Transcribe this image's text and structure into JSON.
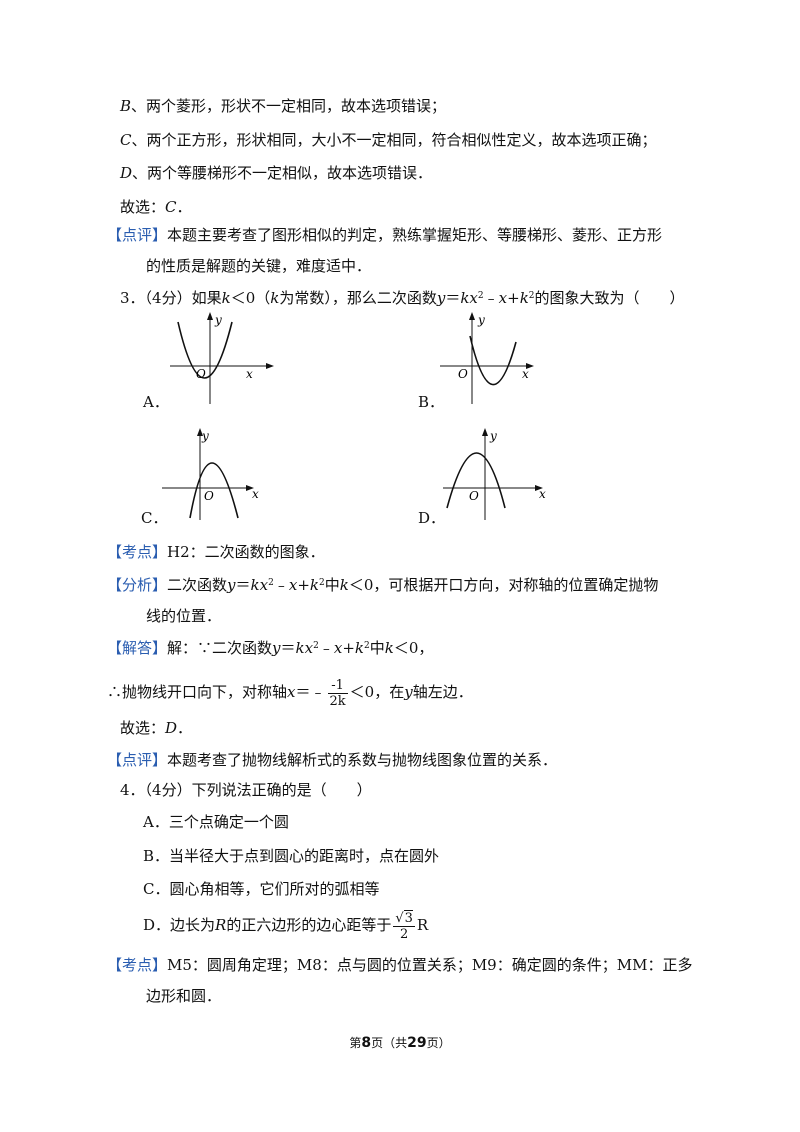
{
  "lines": {
    "l1": {
      "lead": "B",
      "text": "、两个菱形，形状不一定相同，故本选项错误；"
    },
    "l2": {
      "lead": "C",
      "text": "、两个正方形，形状相同，大小不一定相同，符合相似性定义，故本选项正确；"
    },
    "l3": {
      "lead": "D",
      "text": "、两个等腰梯形不一定相似，故本选项错误．"
    },
    "l4": {
      "text": "故选：",
      "ans": "C",
      "end": "．"
    },
    "review1": {
      "tag": "【点评】",
      "text": "本题主要考查了图形相似的判定，熟练掌握矩形、等腰梯形、菱形、正方形",
      "text2": "的性质是解题的关键，难度适中．"
    }
  },
  "q3": {
    "stem_a": "3．（4分）如果",
    "k": "k",
    "lt0": "＜0（",
    "k2": "k",
    "stem_b": "为常数），那么二次函数",
    "formula_y": "y",
    "eq": "＝",
    "formula_kx": "kx",
    "sq": "2",
    "minus_x": "﹣",
    "x": "x",
    "plus": "+",
    "k3": "k",
    "sq2": "2",
    "stem_c": "的图象大致为（　　）",
    "options": {
      "a": "A．",
      "b": "B．",
      "c": "C．",
      "d": "D．"
    },
    "axis": {
      "x": "x",
      "y": "y",
      "o": "O"
    }
  },
  "q3_sol": {
    "kaodian_tag": "【考点】",
    "kaodian": "H2：二次函数的图象．",
    "fenxi_tag": "【分析】",
    "fenxi_a": "二次函数",
    "fenxi_b": "中",
    "fenxi_c": "＜0，可根据开口方向，对称轴的位置确定抛物",
    "fenxi_d": "线的位置．",
    "jieda_tag": "【解答】",
    "jieda_a": "解：∵二次函数",
    "jieda_b": "中",
    "jieda_c": "＜0，",
    "line2_a": "∴抛物线开口向下，对称轴",
    "line2_x": "x",
    "line2_eq": "＝﹣",
    "frac_num": "-1",
    "frac_den": "2k",
    "line2_b": "＜0，在",
    "line2_y": "y",
    "line2_c": "轴左边．",
    "choose": "故选：",
    "choose_ans": "D",
    "choose_end": "．",
    "review_tag": "【点评】",
    "review": "本题考查了抛物线解析式的系数与抛物线图象位置的关系．"
  },
  "q4": {
    "stem": "4．（4分）下列说法正确的是（　　）",
    "a": "A．三个点确定一个圆",
    "b": "B．当半径大于点到圆心的距离时，点在圆外",
    "c": "C．圆心角相等，它们所对的弧相等",
    "d_a": "D．边长为",
    "d_r": "R",
    "d_b": "的正六边形的边心距等于",
    "d_num": "3",
    "d_den": "2",
    "d_r2": "R",
    "kaodian_tag": "【考点】",
    "kaodian": "M5：圆周角定理；M8：点与圆的位置关系；M9：确定圆的条件；MM：正多",
    "kaodian2": "边形和圆．"
  },
  "footer": {
    "a": "第",
    "page": "8",
    "b": "页（共",
    "total": "29",
    "c": "页）"
  },
  "colors": {
    "tag": "#2a5db0"
  }
}
